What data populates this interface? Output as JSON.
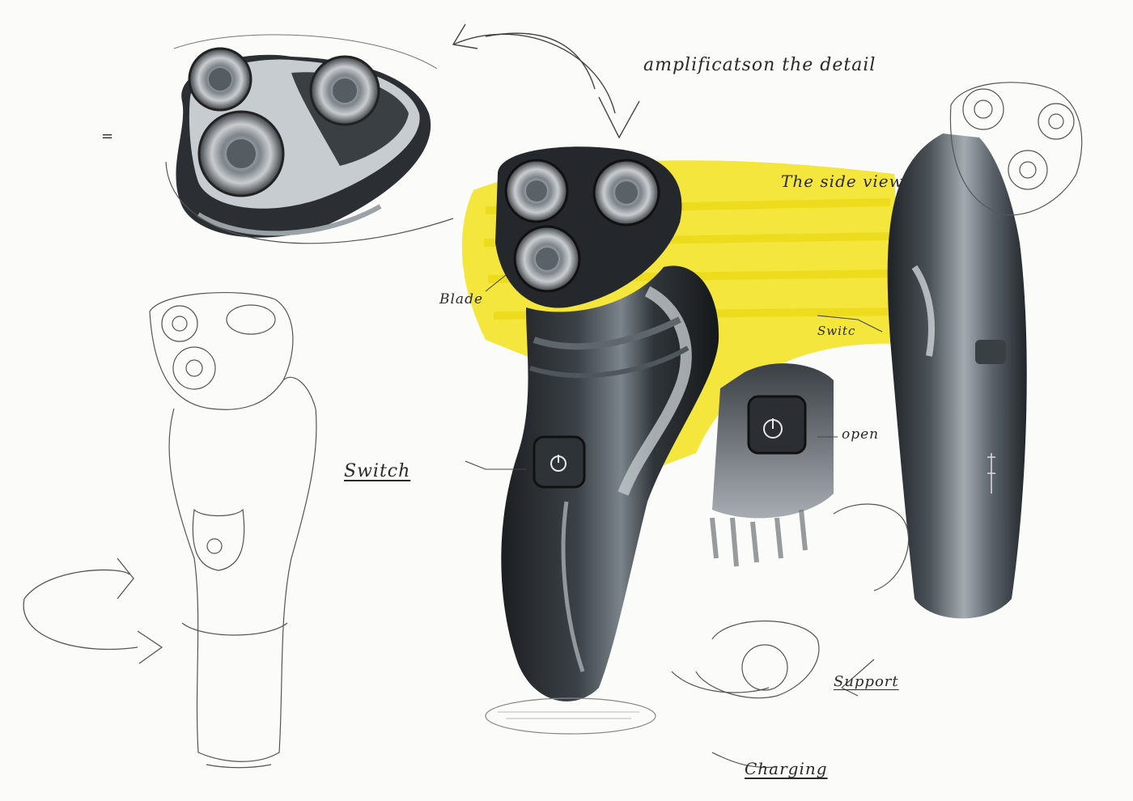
{
  "annotations": {
    "amplification": "amplificatson the detail",
    "side_view": "The side view",
    "blade": "Blade",
    "switch_small": "Switc",
    "open": "open",
    "switch": "Switch",
    "support": "Support",
    "charging": "Charging",
    "equals": "="
  },
  "colors": {
    "paper": "#fbfbfa",
    "ink": "#2a2a2a",
    "marker_dark": "#2b2f33",
    "marker_grey": "#8f969c",
    "highlight_yellow": "#f2e21a"
  }
}
